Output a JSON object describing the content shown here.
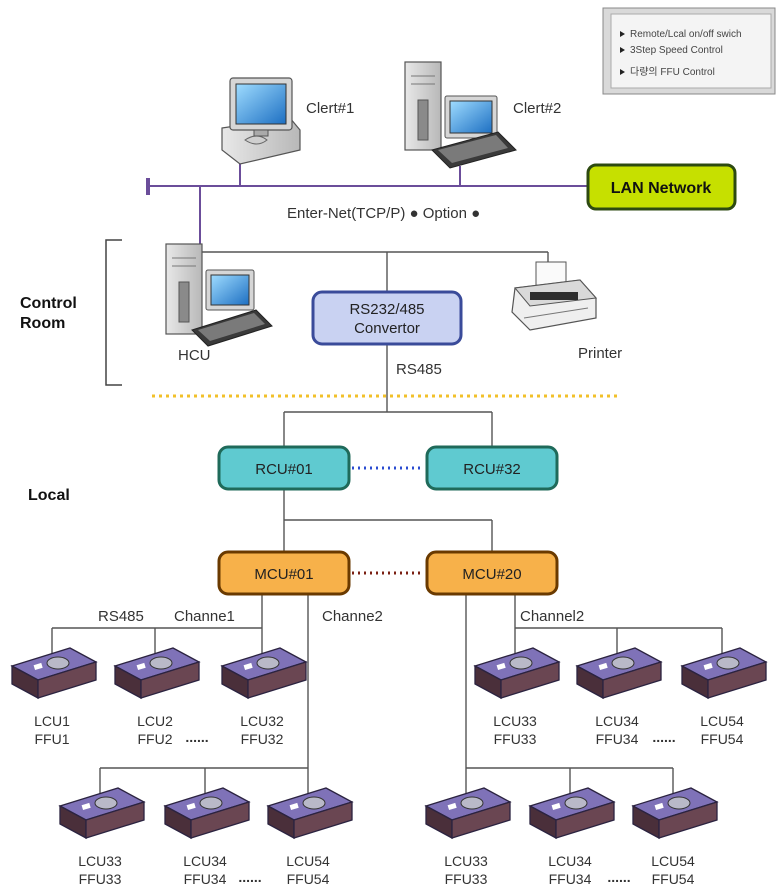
{
  "legend": {
    "items": [
      "Remote/Lcal on/off swich",
      "3Step Speed Control",
      "다량의 FFU Control"
    ]
  },
  "clients": {
    "client1": "Clert#1",
    "client2": "Clert#2"
  },
  "network": {
    "lan_label": "LAN Network",
    "enternet_label": "Enter-Net(TCP/P) ● Option ●"
  },
  "control_room": {
    "title_line1": "Control",
    "title_line2": "Room",
    "hcu": "HCU",
    "printer": "Printer",
    "convertor_line1": "RS232/485",
    "convertor_line2": "Convertor",
    "rs485": "RS485"
  },
  "local": {
    "title": "Local",
    "rcu1": "RCU#01",
    "rcu32": "RCU#32",
    "mcu1": "MCU#01",
    "mcu20": "MCU#20"
  },
  "channels": {
    "rs485": "RS485",
    "channe1": "Channe1",
    "channe2": "Channe2",
    "channel2": "Channel2"
  },
  "devices": {
    "left_top": [
      {
        "lcu": "LCU1",
        "ffu": "FFU1"
      },
      {
        "lcu": "LCU2",
        "ffu": "FFU2"
      },
      {
        "lcu": "LCU32",
        "ffu": "FFU32"
      }
    ],
    "right_top": [
      {
        "lcu": "LCU33",
        "ffu": "FFU33"
      },
      {
        "lcu": "LCU34",
        "ffu": "FFU34"
      },
      {
        "lcu": "LCU54",
        "ffu": "FFU54"
      }
    ],
    "left_bottom": [
      {
        "lcu": "LCU33",
        "ffu": "FFU33"
      },
      {
        "lcu": "LCU34",
        "ffu": "FFU34"
      },
      {
        "lcu": "LCU54",
        "ffu": "FFU54"
      }
    ],
    "right_bottom": [
      {
        "lcu": "LCU33",
        "ffu": "FFU33"
      },
      {
        "lcu": "LCU34",
        "ffu": "FFU34"
      },
      {
        "lcu": "LCU54",
        "ffu": "FFU54"
      }
    ]
  },
  "dots": "......",
  "colors": {
    "lan_fill": "#c6e000",
    "convertor_fill": "#c9d2f2",
    "convertor_stroke": "#3a4b9a",
    "rcu_fill": "#5fcad0",
    "rcu_stroke": "#1f6a5a",
    "mcu_fill": "#f7b14a",
    "mcu_stroke": "#6a3a00",
    "separator": "#f2c02a",
    "bus": "#5a3a8a"
  }
}
